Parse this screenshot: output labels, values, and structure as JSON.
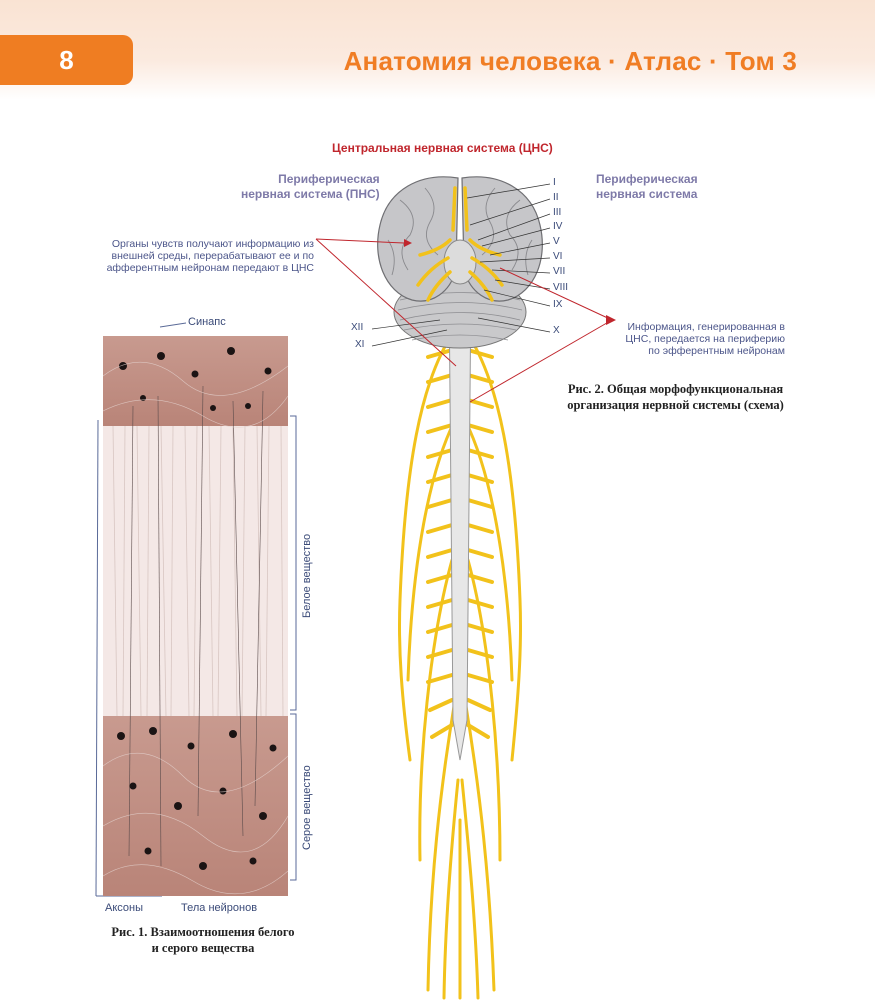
{
  "header": {
    "page_number": "8",
    "book_title": "Анатомия человека · Атлас · Том 3"
  },
  "figure2": {
    "cns_title": "Центральная нервная система (ЦНС)",
    "pns_left": [
      "Периферическая",
      "нервная система (ПНС)"
    ],
    "pns_right": [
      "Периферическая",
      "нервная система"
    ],
    "organs_note": "Органы чувств получают информацию из внешней среды, перерабатывают ее и по афферентным нейронам передают в ЦНС",
    "info_note": "Информация, генерированная в ЦНС, передается на периферию по эфферентным нейронам",
    "cranial_nerves_right": [
      "I",
      "II",
      "III",
      "IV",
      "V",
      "VI",
      "VII",
      "VIII",
      "IX",
      "X"
    ],
    "cranial_nerves_left": [
      "XII",
      "XI"
    ],
    "caption": [
      "Рис. 2. Общая морфофункциональная",
      "организация нервной системы (схема)"
    ]
  },
  "figure1": {
    "synapse_label": "Синапс",
    "white_matter_label": "Белое вещество",
    "gray_matter_label": "Серое вещество",
    "axons_label": "Аксоны",
    "neuron_bodies_label": "Тела нейронов",
    "caption": [
      "Рис. 1. Взаимоотношения белого",
      "и серого вещества"
    ]
  },
  "colors": {
    "accent": "#ef7d22",
    "cns_red": "#c0262d",
    "pns_purple": "#7e7aa8",
    "nerve_yellow": "#f2c21b",
    "label_blue": "#3a4a78"
  }
}
